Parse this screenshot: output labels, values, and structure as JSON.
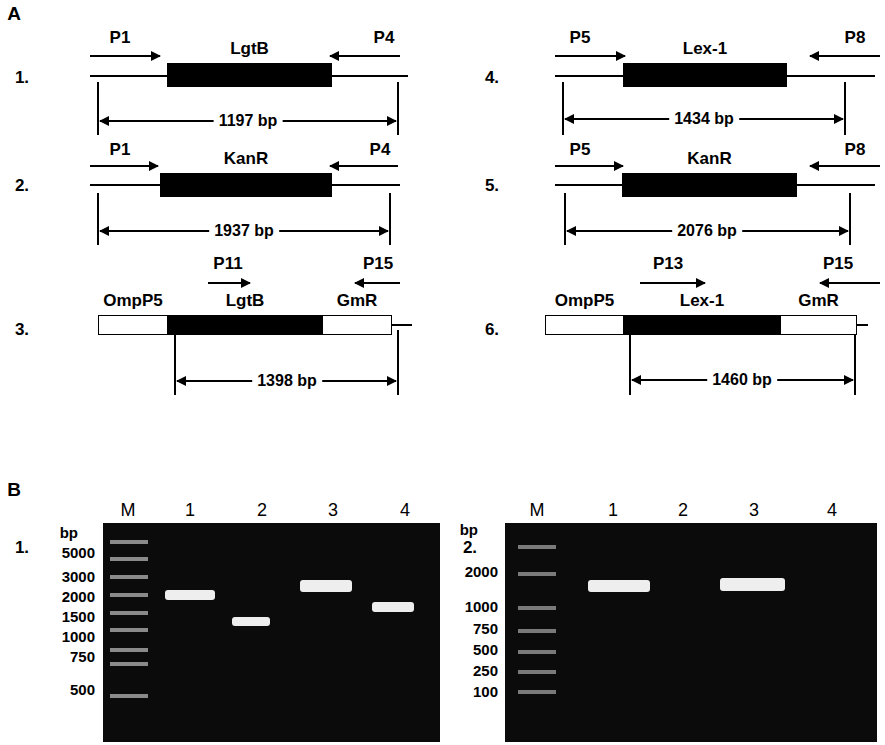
{
  "diagram": {
    "nodes": [
      {
        "text": [
          "LgtB"
        ]
      },
      {
        "text": [
          "KanR"
        ]
      },
      {
        "text": [
          "OmpP5"
        ]
      },
      {
        "text": [
          "LgtB"
        ]
      },
      {
        "text": [
          "GmR"
        ]
      },
      {
        "text": [
          "Lex-1"
        ]
      },
      {
        "text": [
          "KanR"
        ]
      },
      {
        "text": [
          "OmpP5"
        ]
      },
      {
        "text": [
          "Lex-1"
        ]
      },
      {
        "text": [
          "GmR"
        ]
      }
    ],
    "labels": [
      "A",
      "1.",
      "P1",
      "P4",
      "1197 bp",
      "2.",
      "P1",
      "P4",
      "1937 bp",
      "3.",
      "P11",
      "P15",
      "1398 bp",
      "4.",
      "P5",
      "P8",
      "1434 bp",
      "5.",
      "P5",
      "P8",
      "2076 bp",
      "6.",
      "P13",
      "P15",
      "1460 bp",
      "B",
      "1.",
      "M",
      "1",
      "2",
      "3",
      "4",
      "bp",
      "5000",
      "3000",
      "2000",
      "1500",
      "1000",
      "750",
      "500",
      "2.",
      "M",
      "1",
      "2",
      "3",
      "4",
      "bp",
      "2000",
      "1000",
      "750",
      "500",
      "250",
      "100"
    ]
  }
}
